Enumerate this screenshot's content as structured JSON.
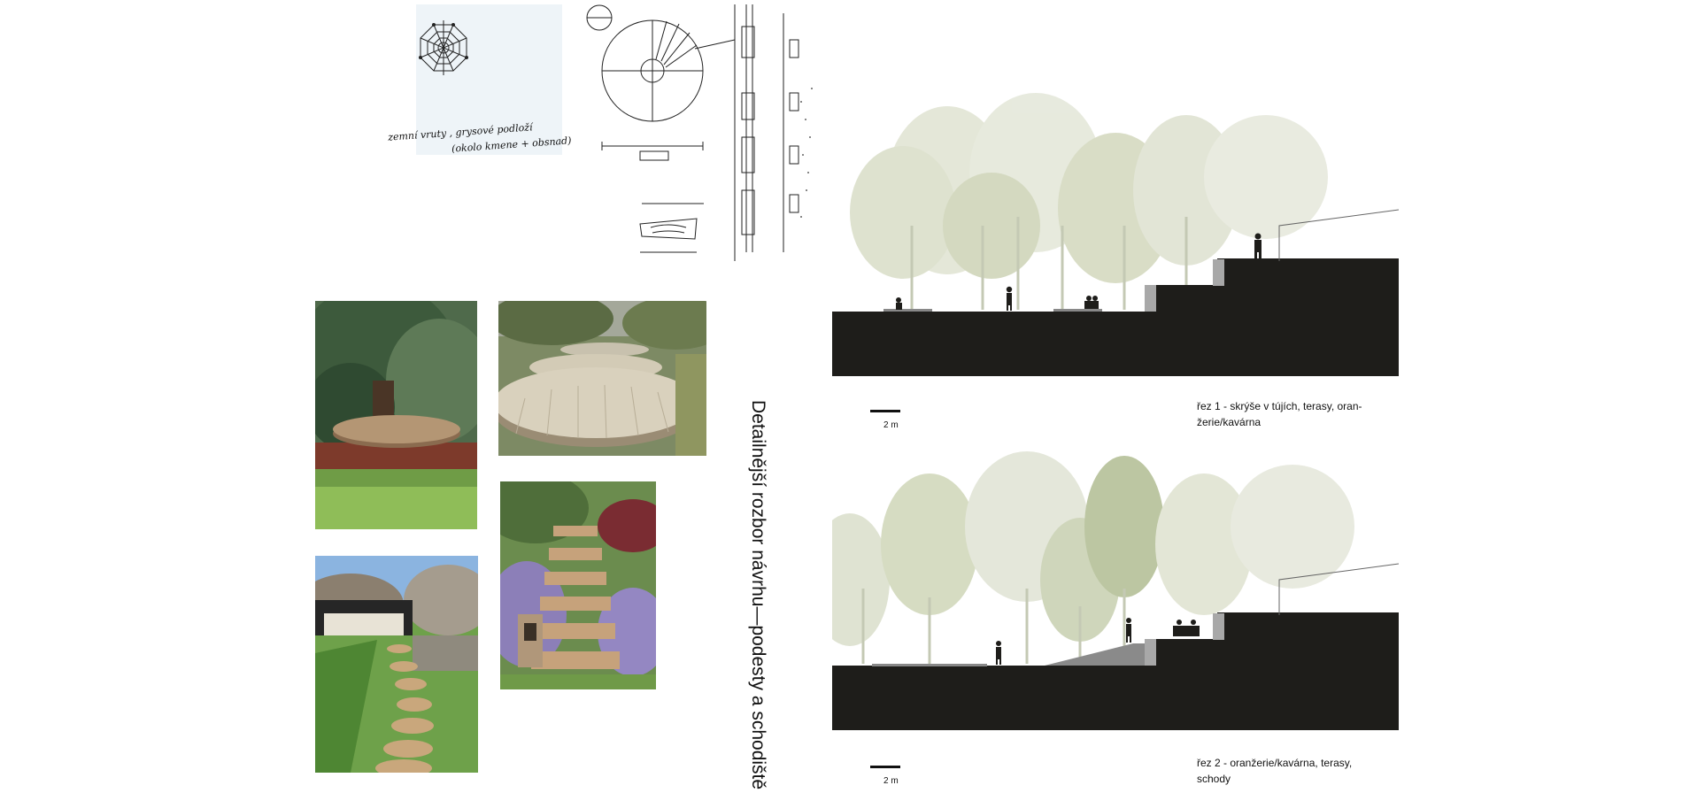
{
  "title": "Detailnější rozbor návrhu—podesty a schodiště",
  "sketch": {
    "note_line1": "zemní vruty , grysové podloží",
    "note_line2": "(okolo kmene + obsnad)"
  },
  "sections": [
    {
      "caption_line1": "řez 1 - skrýše v tújích, terasy, oran-",
      "caption_line2": "žerie/kavárna",
      "scale_label": "2 m"
    },
    {
      "caption_line1": "řez 2 - oranžerie/kavárna, terasy,",
      "caption_line2": "schody",
      "scale_label": "2 m"
    }
  ],
  "colors": {
    "ground": "#1e1d1a",
    "tree_light": "#dfe3d2",
    "tree_mid": "#cfd6bb",
    "tree_dark": "#bcc6a2",
    "gabion": "#a8a8a8"
  }
}
